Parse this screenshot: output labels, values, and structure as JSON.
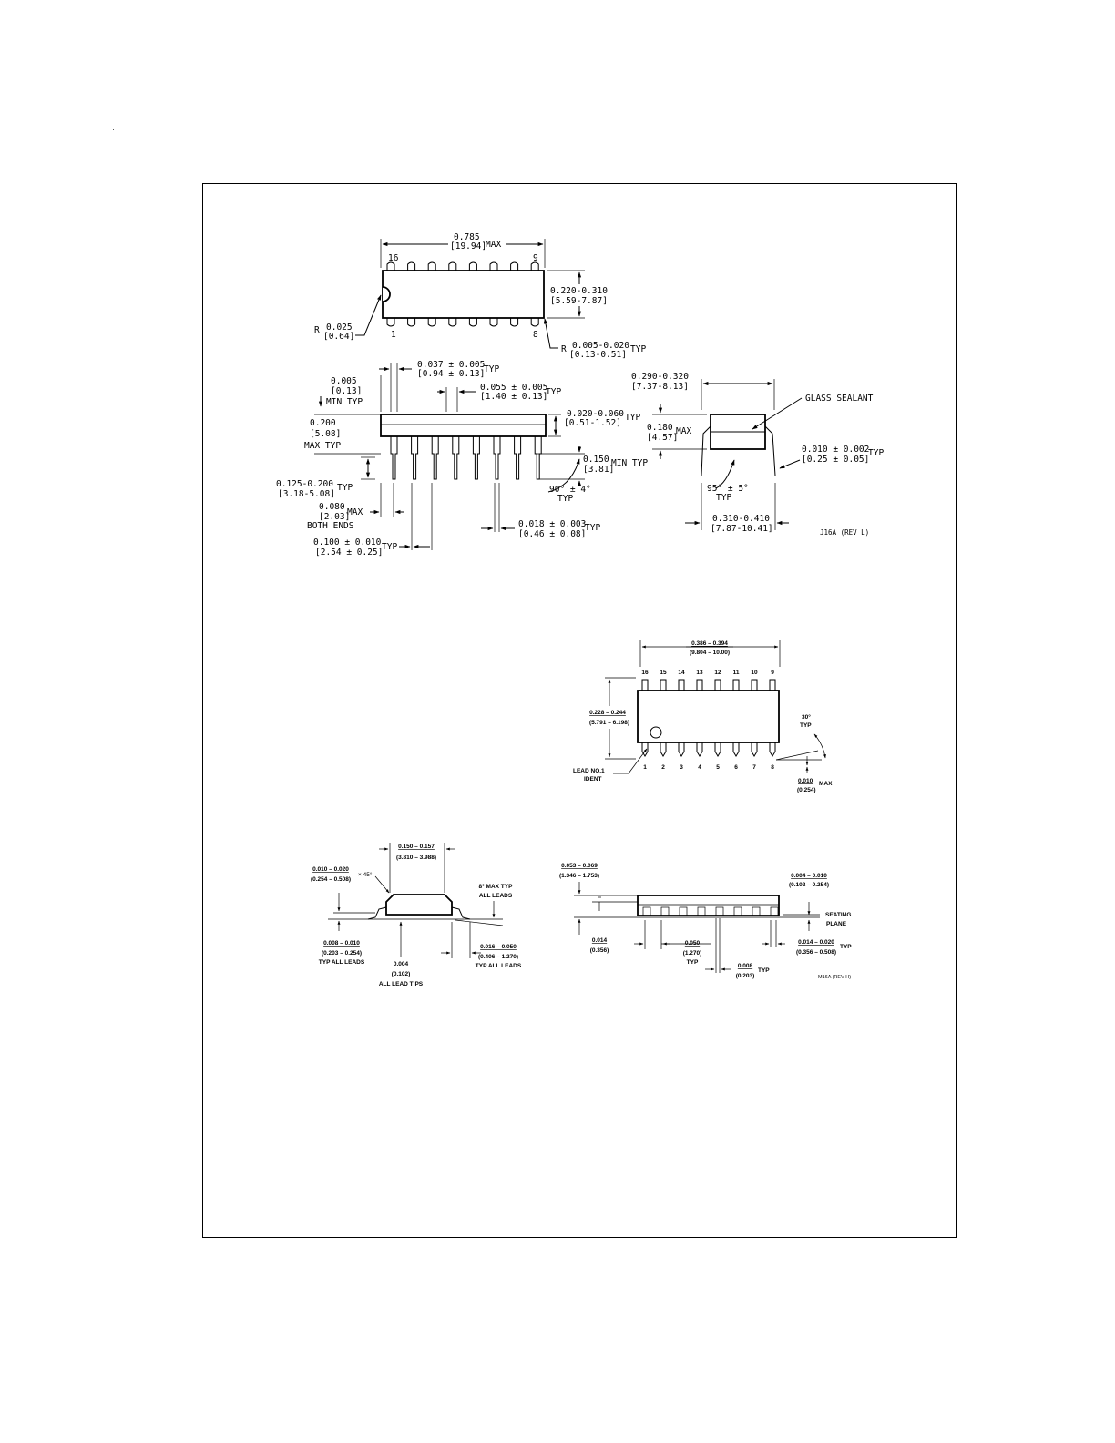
{
  "j16a": {
    "top_view": {
      "length_in": "0.785",
      "length_mm": "[19.94]",
      "length_suffix": "MAX",
      "pin_16": "16",
      "pin_9": "9",
      "pin_1": "1",
      "pin_8": "8",
      "width_in": "0.220-0.310",
      "width_mm": "[5.59-7.87]",
      "notch_radius_prefix": "R",
      "notch_radius_in": "0.025",
      "notch_radius_mm": "[0.64]",
      "corner_radius_prefix": "R",
      "corner_radius_in": "0.005-0.020",
      "corner_radius_mm": "[0.13-0.51]",
      "corner_radius_suffix": "TYP"
    },
    "side_view": {
      "shoulder_width_in": "0.037 ± 0.005",
      "shoulder_width_mm": "[0.94 ± 0.13]",
      "shoulder_width_suffix": "TYP",
      "lead_width_in": "0.055 ± 0.005",
      "lead_width_mm": "[1.40 ± 0.13]",
      "lead_width_suffix": "TYP",
      "end_gap_in": "0.005",
      "end_gap_mm": "[0.13]",
      "end_gap_suffix": "MIN TYP",
      "height_in": "0.200",
      "height_mm": "[5.08]",
      "height_suffix": "MAX TYP",
      "standoff_in": "0.020-0.060",
      "standoff_mm": "[0.51-1.52]",
      "standoff_suffix": "TYP",
      "seat_in": "0.150",
      "seat_mm": "[3.81]",
      "seat_suffix": "MIN TYP",
      "lead_length_in": "0.125-0.200",
      "lead_length_mm": "[3.18-5.08]",
      "lead_length_suffix": "TYP",
      "lead_angle": "90° ± 4°",
      "lead_angle_suffix": "TYP",
      "end_in": "0.080",
      "end_mm": "[2.03]",
      "end_suffix": "MAX",
      "end_note": "BOTH ENDS",
      "lead_thk_in": "0.018 ± 0.003",
      "lead_thk_mm": "[0.46 ± 0.08]",
      "lead_thk_suffix": "TYP",
      "pitch_in": "0.100 ± 0.010",
      "pitch_mm": "[2.54 ± 0.25]",
      "pitch_suffix": "TYP"
    },
    "end_view": {
      "width_in": "0.290-0.320",
      "width_mm": "[7.37-8.13]",
      "sealant_label": "GLASS SEALANT",
      "height_in": "0.180",
      "height_mm": "[4.57]",
      "height_suffix": "MAX",
      "lead_in": "0.010 ± 0.002",
      "lead_mm": "[0.25 ± 0.05]",
      "lead_suffix": "TYP",
      "angle": "95° ± 5°",
      "angle_suffix": "TYP",
      "span_in": "0.310-0.410",
      "span_mm": "[7.87-10.41]",
      "drawing_ref": "J16A (REV L)"
    }
  },
  "m16a": {
    "top_view": {
      "length_in": "0.386 – 0.394",
      "length_mm": "(9.804 – 10.00)",
      "top_pins": [
        "16",
        "15",
        "14",
        "13",
        "12",
        "11",
        "10",
        "9"
      ],
      "bottom_pins": [
        "1",
        "2",
        "3",
        "4",
        "5",
        "6",
        "7",
        "8"
      ],
      "width_in": "0.228 – 0.244",
      "width_mm": "(5.791 – 6.198)",
      "lead1_line1": "LEAD NO.1",
      "lead1_line2": "IDENT",
      "angle": "30°",
      "angle_suffix": "TYP",
      "lead_len_in": "0.010",
      "lead_len_suffix": "MAX",
      "lead_len_mm": "(0.254)"
    },
    "end_view": {
      "body_width_in": "0.150 – 0.157",
      "body_width_mm": "(3.810 – 3.988)",
      "chamfer_in": "0.010 – 0.020",
      "chamfer_mm": "(0.254 – 0.508)",
      "chamfer_suffix": "× 45°",
      "lead_angle_line1": "8° MAX TYP",
      "lead_angle_line2": "ALL LEADS",
      "lead_thk_in": "0.008 – 0.010",
      "lead_thk_mm": "(0.203 – 0.254)",
      "lead_thk_note": "TYP ALL LEADS",
      "tip_in": "0.004",
      "tip_mm": "(0.102)",
      "tip_note": "ALL LEAD TIPS",
      "foot_in": "0.016 – 0.050",
      "foot_mm": "(0.406 – 1.270)",
      "foot_note": "TYP ALL LEADS"
    },
    "side_view": {
      "height_in": "0.053 – 0.069",
      "height_mm": "(1.346 – 1.753)",
      "standoff_in": "0.004 – 0.010",
      "standoff_mm": "(0.102 – 0.254)",
      "seating_line1": "SEATING",
      "seating_line2": "PLANE",
      "min_in": "0.014",
      "min_mm": "(0.356)",
      "pitch_in": "0.050",
      "pitch_mm": "(1.270)",
      "pitch_suffix": "TYP",
      "lead_w_in": "0.014 – 0.020",
      "lead_w_mm": "(0.356 – 0.508)",
      "lead_w_suffix": "TYP",
      "gap_in": "0.008",
      "gap_mm": "(0.203)",
      "gap_suffix": "TYP",
      "drawing_ref": "M16A (REV H)"
    }
  }
}
